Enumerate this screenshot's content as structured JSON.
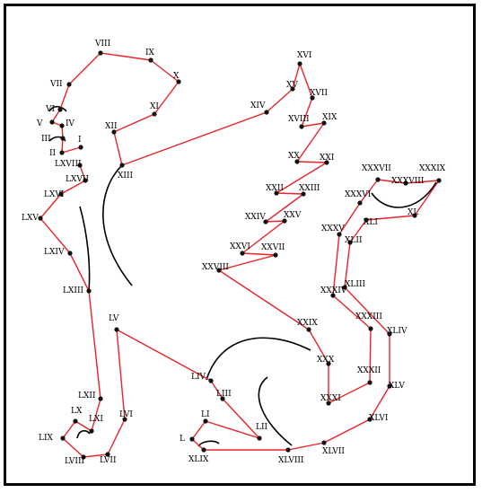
{
  "points": [
    {
      "id": "I",
      "label": "I"
    },
    {
      "id": "II",
      "label": "II"
    },
    {
      "id": "III",
      "label": "III"
    },
    {
      "id": "IV",
      "label": "IV"
    },
    {
      "id": "V",
      "label": "V"
    },
    {
      "id": "VI",
      "label": "VI"
    },
    {
      "id": "VII",
      "label": "VII"
    },
    {
      "id": "VIII",
      "label": "VIII"
    },
    {
      "id": "IX",
      "label": "IX"
    },
    {
      "id": "X",
      "label": "X"
    },
    {
      "id": "XI",
      "label": "XI"
    },
    {
      "id": "XII",
      "label": "XII"
    },
    {
      "id": "XIII",
      "label": "XIII"
    },
    {
      "id": "XIV",
      "label": "XIV"
    },
    {
      "id": "XV",
      "label": "XV"
    },
    {
      "id": "XVI",
      "label": "XVI"
    },
    {
      "id": "XVII",
      "label": "XVII"
    },
    {
      "id": "XVIII",
      "label": "XVIII"
    },
    {
      "id": "XIX",
      "label": "XIX"
    },
    {
      "id": "XX",
      "label": "XX"
    },
    {
      "id": "XXI",
      "label": "XXI"
    },
    {
      "id": "XXII",
      "label": "XXII"
    },
    {
      "id": "XXIII",
      "label": "XXIII"
    },
    {
      "id": "XXIV",
      "label": "XXIV"
    },
    {
      "id": "XXV",
      "label": "XXV"
    },
    {
      "id": "XXVI",
      "label": "XXVI"
    },
    {
      "id": "XXVII",
      "label": "XXVII"
    },
    {
      "id": "XXVIII",
      "label": "XXVIII"
    },
    {
      "id": "XXIX",
      "label": "XXIX"
    },
    {
      "id": "XXX",
      "label": "XXX"
    },
    {
      "id": "XXXI",
      "label": "XXXI"
    },
    {
      "id": "XXXII",
      "label": "XXXII"
    },
    {
      "id": "XXXIII",
      "label": "XXXIII"
    },
    {
      "id": "XXXIV",
      "label": "XXXIV"
    },
    {
      "id": "XXXV",
      "label": "XXXV"
    },
    {
      "id": "XXXVI",
      "label": "XXXVI"
    },
    {
      "id": "XXXVII",
      "label": "XXXVII"
    },
    {
      "id": "XXXVIII",
      "label": "XXXVIII"
    },
    {
      "id": "XXXIX",
      "label": "XXXIX"
    },
    {
      "id": "XL",
      "label": "XL"
    },
    {
      "id": "XLI",
      "label": "XLI"
    },
    {
      "id": "XLII",
      "label": "XLII"
    },
    {
      "id": "XLIII",
      "label": "XLIII"
    },
    {
      "id": "XLIV",
      "label": "XLIV"
    },
    {
      "id": "XLV",
      "label": "XLV"
    },
    {
      "id": "XLVI",
      "label": "XLVI"
    },
    {
      "id": "XLVII",
      "label": "XLVII"
    },
    {
      "id": "XLVIII",
      "label": "XLVIII"
    },
    {
      "id": "XLIX",
      "label": "XLIX"
    },
    {
      "id": "L",
      "label": "L"
    },
    {
      "id": "LI",
      "label": "LI"
    },
    {
      "id": "LII",
      "label": "LII"
    },
    {
      "id": "LIII",
      "label": "LIII"
    },
    {
      "id": "LIV",
      "label": "LIV"
    },
    {
      "id": "LV",
      "label": "LV"
    },
    {
      "id": "LVI",
      "label": "LVI"
    },
    {
      "id": "LVII",
      "label": "LVII"
    },
    {
      "id": "LVIII",
      "label": "LVIII"
    },
    {
      "id": "LIX",
      "label": "LIX"
    },
    {
      "id": "LX",
      "label": "LX"
    },
    {
      "id": "LXI",
      "label": "LXI"
    },
    {
      "id": "LXII",
      "label": "LXII"
    },
    {
      "id": "LXIII",
      "label": "LXIII"
    },
    {
      "id": "LXIV",
      "label": "LXIV"
    },
    {
      "id": "LXV",
      "label": "LXV"
    },
    {
      "id": "LXVI",
      "label": "LXVI"
    },
    {
      "id": "LXVII",
      "label": "LXVII"
    },
    {
      "id": "LXVIII",
      "label": "LXVIII"
    }
  ],
  "colors": {
    "path": "#e8242b",
    "dot": "#111111",
    "guide": "#000000"
  }
}
